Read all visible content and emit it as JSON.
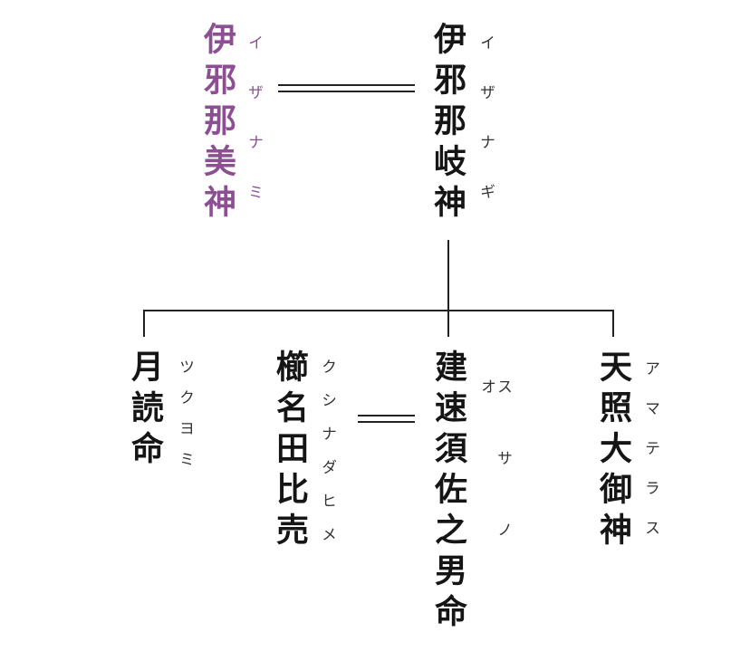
{
  "colors": {
    "izanami": "#8c4f91",
    "text": "#151515",
    "line": "#222222"
  },
  "parents": [
    {
      "id": "izanami",
      "name": "伊邪那美神",
      "reading": "イザナミ"
    },
    {
      "id": "izanagi",
      "name": "伊邪那岐神",
      "reading": "イザナギ"
    }
  ],
  "children": [
    {
      "id": "tsukuyomi",
      "name": "月読命",
      "reading": "ツクヨミ"
    },
    {
      "id": "kushinadahime",
      "name": "櫛名田比売",
      "reading": "クシナダヒメ"
    },
    {
      "id": "susanoo",
      "name": "建速須佐之男命",
      "reading": "スサノオ"
    },
    {
      "id": "amaterasu",
      "name": "天照大御神",
      "reading": "アマテラス"
    }
  ]
}
